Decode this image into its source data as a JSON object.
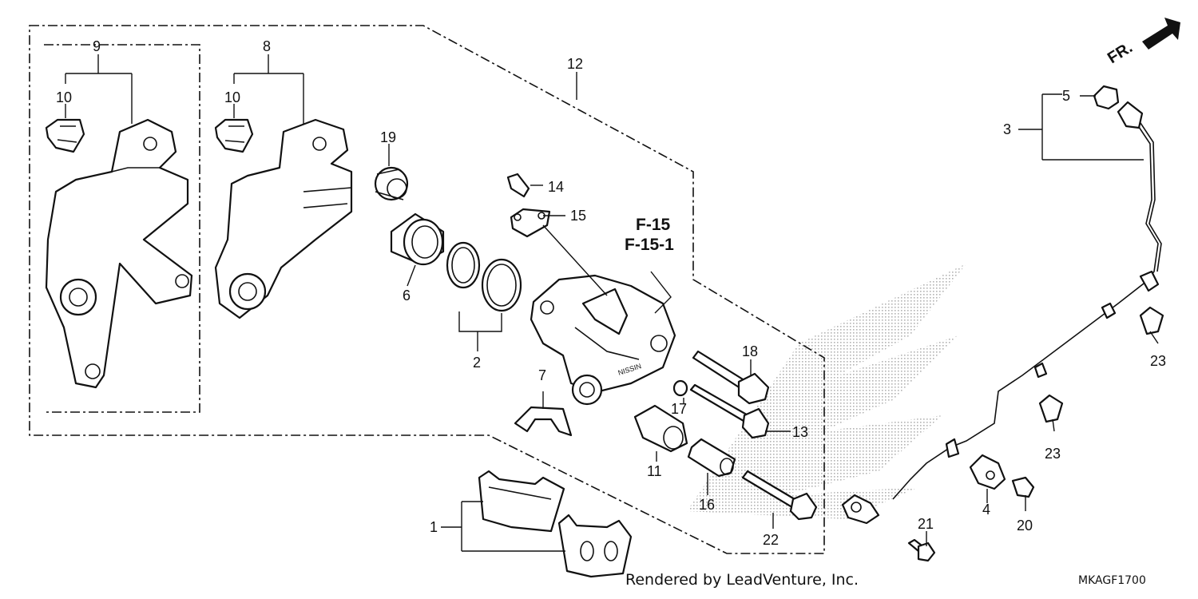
{
  "callouts": {
    "c1": "1",
    "c2": "2",
    "c3": "3",
    "c4": "4",
    "c5": "5",
    "c6": "6",
    "c7": "7",
    "c8": "8",
    "c9": "9",
    "c10a": "10",
    "c10b": "10",
    "c11": "11",
    "c12": "12",
    "c13": "13",
    "c14": "14",
    "c15": "15",
    "c16": "16",
    "c17": "17",
    "c18": "18",
    "c19": "19",
    "c20": "20",
    "c21": "21",
    "c22": "22",
    "c23a": "23",
    "c23b": "23"
  },
  "references": {
    "line1": "F-15",
    "line2": "F-15-1"
  },
  "direction": {
    "label": "FR."
  },
  "footer": {
    "credit": "Rendered by LeadVenture, Inc.",
    "diagram_code": "MKAGF1700"
  }
}
